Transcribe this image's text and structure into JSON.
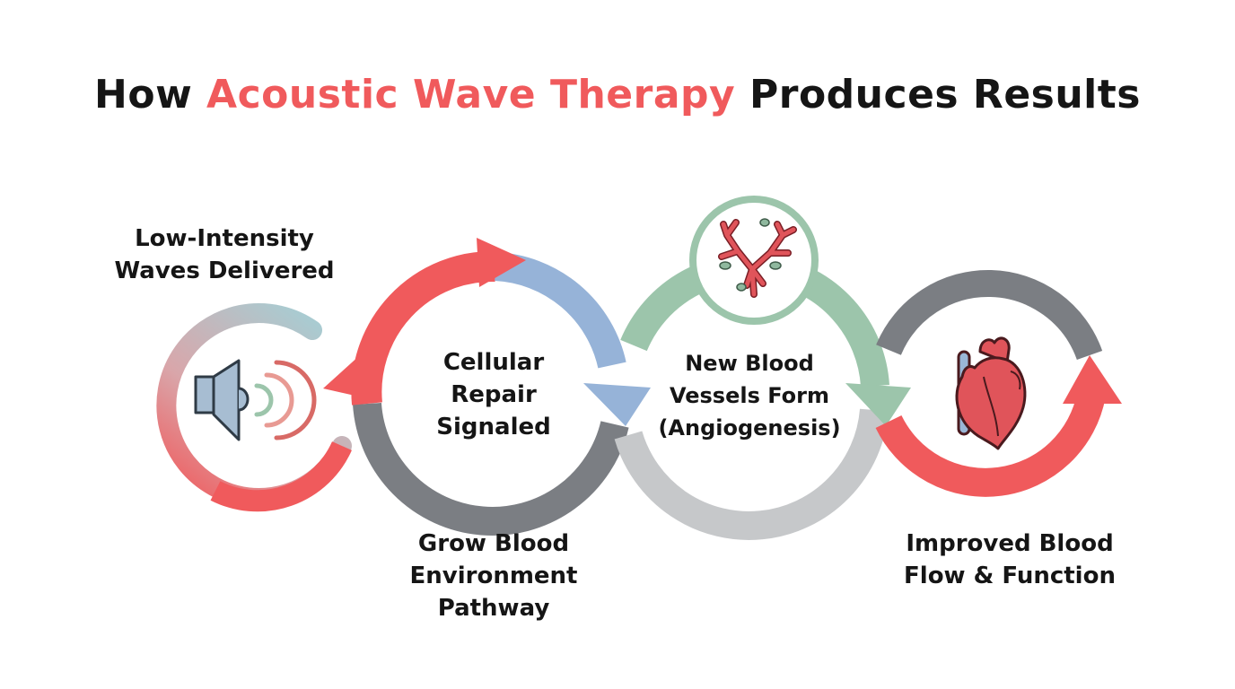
{
  "title": {
    "prefix": "How ",
    "highlight": "Acoustic Wave Therapy",
    "suffix": " Produces Results"
  },
  "colors": {
    "red": "#f05a5c",
    "blue": "#96b3d8",
    "green": "#9cc5ab",
    "gray_dark": "#7b7e83",
    "gray_light": "#c6c8ca",
    "text": "#151515"
  },
  "steps": [
    {
      "lines": [
        "Low-Intensity",
        "Waves Delivered"
      ],
      "icon": "speaker-icon"
    },
    {
      "lines": [
        "Cellular",
        "Repair",
        "Signaled"
      ]
    },
    {
      "lines": [
        "New Blood",
        "Vessels Form",
        "(Angiogenesis)"
      ],
      "icon": "blood-vessel-icon"
    },
    {
      "lines": [
        "Improved Blood",
        "Flow & Function"
      ],
      "icon": "heart-icon"
    }
  ],
  "pathway": {
    "lines": [
      "Grow Blood",
      "Environment",
      "Pathway"
    ]
  }
}
